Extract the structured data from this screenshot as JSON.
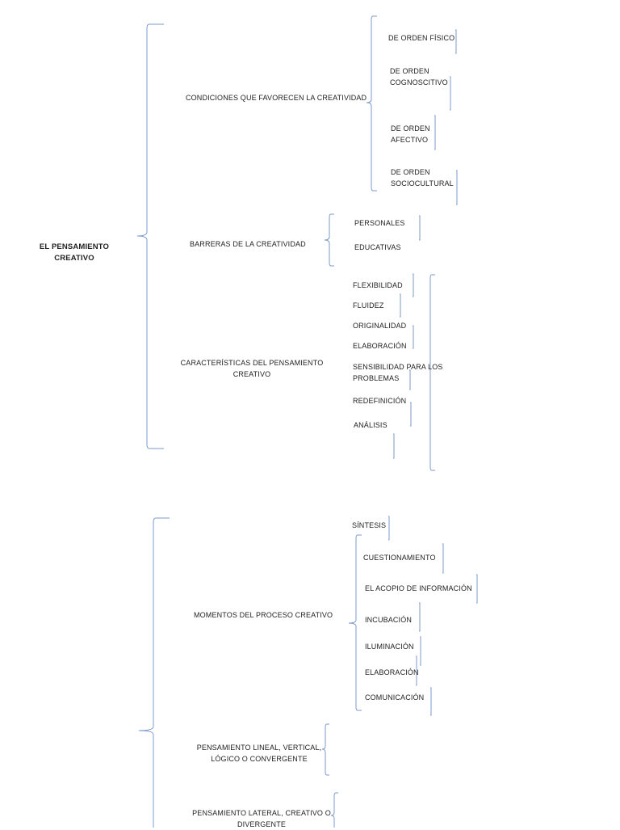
{
  "root": {
    "title_line1": "EL PENSAMIENTO",
    "title_line2": "CREATIVO"
  },
  "section_condiciones": {
    "label": "CONDICIONES QUE FAVORECEN LA CREATIVIDAD",
    "items": [
      {
        "line1": "DE ORDEN FÍSICO",
        "line2": ""
      },
      {
        "line1": "DE ORDEN",
        "line2": "COGNOSCITIVO"
      },
      {
        "line1": "DE ORDEN",
        "line2": "AFECTIVO"
      },
      {
        "line1": "DE ORDEN",
        "line2": "SOCIOCULTURAL"
      }
    ]
  },
  "section_barreras": {
    "label": "BARRERAS DE LA CREATIVIDAD",
    "items": [
      "PERSONALES",
      "EDUCATIVAS"
    ]
  },
  "section_caracteristicas": {
    "label_line1": "CARACTERÍSTICAS DEL PENSAMIENTO",
    "label_line2": "CREATIVO",
    "items": [
      "FLEXIBILIDAD",
      "FLUIDEZ",
      "ORIGINALIDAD",
      "ELABORACIÓN",
      "SENSIBILIDAD PARA LOS",
      "PROBLEMAS",
      "REDEFINICIÓN",
      "ANÁLISIS"
    ]
  },
  "section_momentos": {
    "label": "MOMENTOS DEL PROCESO CREATIVO",
    "items": [
      "SÍNTESIS",
      "CUESTIONAMIENTO",
      "EL ACOPIO DE INFORMACIÓN",
      "INCUBACIÓN",
      "ILUMINACIÓN",
      "ELABORACIÓN",
      "COMUNICACIÓN"
    ]
  },
  "section_lineal": {
    "line1": "PENSAMIENTO LINEAL, VERTICAL,",
    "line2": "LÓGICO O CONVERGENTE"
  },
  "section_lateral": {
    "line1": "PENSAMIENTO LATERAL, CREATIVO O",
    "line2": "DIVERGENTE"
  },
  "colors": {
    "bracket": "#7d9acb",
    "text": "#222222"
  }
}
